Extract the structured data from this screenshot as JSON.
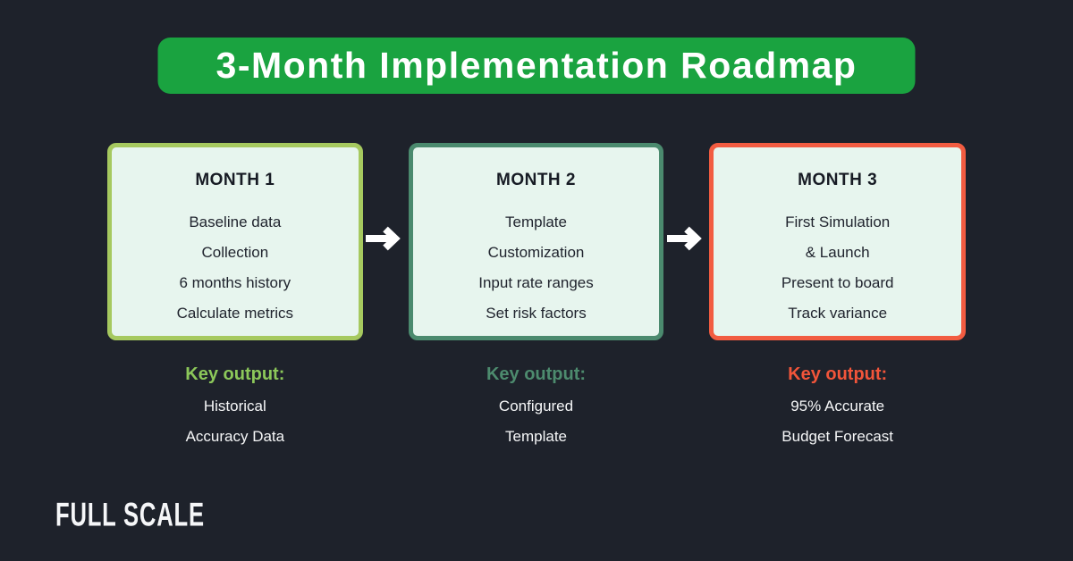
{
  "page": {
    "background": "#1e222b"
  },
  "title": {
    "text": "3-Month Implementation Roadmap",
    "bg": "#1aa340",
    "text_color": "#ffffff"
  },
  "columns": [
    {
      "card": {
        "title": "MONTH 1",
        "items": [
          "Baseline data",
          "Collection",
          "6 months history",
          "Calculate metrics"
        ],
        "border_color": "#a6c95f",
        "bg": "#e7f5ee"
      },
      "key_output": {
        "label": "Key output:",
        "color": "#8cc85a",
        "lines": [
          "Historical",
          "Accuracy Data"
        ]
      }
    },
    {
      "card": {
        "title": "MONTH 2",
        "items": [
          "Template",
          "Customization",
          "Input rate ranges",
          "Set risk factors"
        ],
        "border_color": "#4b8a6e",
        "bg": "#e7f5ee"
      },
      "key_output": {
        "label": "Key output:",
        "color": "#4d8b6e",
        "lines": [
          "Configured",
          "Template"
        ]
      }
    },
    {
      "card": {
        "title": "MONTH 3",
        "items": [
          "First Simulation",
          "& Launch",
          "Present to board",
          "Track variance"
        ],
        "border_color": "#f25c41",
        "bg": "#e7f5ee"
      },
      "key_output": {
        "label": "Key output:",
        "color": "#f2553a",
        "lines": [
          "95% Accurate",
          "Budget Forecast"
        ]
      }
    }
  ],
  "arrows": {
    "icon": "arrow-right",
    "color": "#ffffff"
  },
  "logo": {
    "text": "FULL SCALE"
  }
}
